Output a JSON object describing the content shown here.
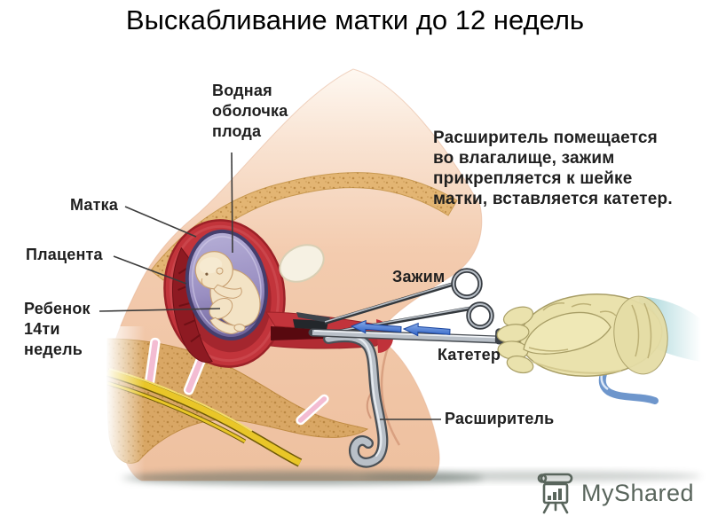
{
  "slide": {
    "title": "Выскабливание матки до 12 недель"
  },
  "labels": {
    "amniotic_sac": "Водная\nоболочка\nплода",
    "uterus": "Матка",
    "placenta": "Плацента",
    "fetus": "Ребенок\n14ти\nнедель",
    "clamp": "Зажим",
    "catheter": "Катетер",
    "dilator": "Расширитель",
    "procedure_note": "Расширитель помещается\nво влагалище, зажим\nприкрепляется к шейке\nматки, вставляется катетер."
  },
  "watermark": {
    "text": "MyShared"
  },
  "colors": {
    "title_text": "#000000",
    "label_text": "#1f1f1f",
    "leader_line": "#3c3c3c",
    "skin": "#f1c2a3",
    "fat": "#e3b573",
    "bone": "#d9a765",
    "bone_speckle": "#b07d36",
    "disc": "#f3bcd2",
    "spinal_canal": "#e9c628",
    "uterus_wall": "#c2343b",
    "uterus_inner": "#a4262e",
    "placenta": "#8e1a22",
    "sac_membrane": "#453e6d",
    "sac_fluid": "#9a8fc2",
    "fetus": "#f3e3c5",
    "bladder": "#f6f1e3",
    "metal_light": "#b9c0c8",
    "metal_dark": "#3c4147",
    "arrow_blue": "#2e62c6",
    "glove": "#eae2ad",
    "sleeve": "#a7d6da",
    "tube": "#6e96cc",
    "shadow": "#5d6a63",
    "watermark": "#59655c"
  }
}
